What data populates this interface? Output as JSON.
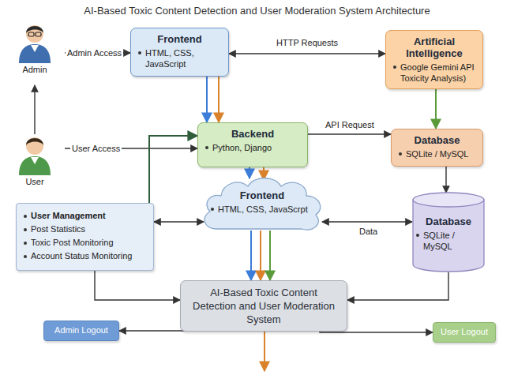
{
  "diagram": {
    "title": "AI-Based Toxic Content Detection and User Moderation System Architecture",
    "nodes": [
      {
        "text": [
          "Admin"
        ]
      },
      {
        "text": [
          "Frontend",
          "HTML, CSS, JavaScript"
        ]
      },
      {
        "text": [
          "Artificial Intelligence",
          "Google Gemini API Toxicity Analysis)"
        ]
      },
      {
        "text": [
          "User"
        ]
      },
      {
        "text": [
          "Backend",
          "Python, Django"
        ]
      },
      {
        "text": [
          "Database",
          "SQLite / MySQL"
        ]
      },
      {
        "text": [
          "User Management",
          "Post Statistics",
          "Toxic Post Monitoring",
          "Account Status Monitoring"
        ]
      },
      {
        "text": [
          "Frontend",
          "HTML, CSS, JavaScrpt"
        ]
      },
      {
        "text": [
          "Database",
          "SQLite / MySQL"
        ]
      },
      {
        "text": [
          "AI-Based Toxic Content Detection and User Moderation System"
        ]
      },
      {
        "text": [
          "Admin Logout"
        ]
      },
      {
        "text": [
          "User Logout"
        ]
      }
    ],
    "edges": [
      {
        "from": 3,
        "to": 0,
        "arrow": "to"
      },
      {
        "from": 0,
        "to": 1,
        "label": "Admin Access",
        "arrow": "to"
      },
      {
        "from": 1,
        "to": 2,
        "label": "HTTP Requests",
        "arrow": "both"
      },
      {
        "from": 1,
        "to": 4,
        "arrow": "to"
      },
      {
        "from": 1,
        "to": 4,
        "arrow": "to"
      },
      {
        "from": 3,
        "to": 4,
        "label": "User Access",
        "arrow": "to"
      },
      {
        "from": 4,
        "to": 5,
        "label": "API Request",
        "arrow": "to"
      },
      {
        "from": 2,
        "to": 5,
        "arrow": "to"
      },
      {
        "from": 5,
        "to": 8,
        "arrow": "to"
      },
      {
        "from": 4,
        "to": 7,
        "arrow": "to"
      },
      {
        "from": 4,
        "to": 7,
        "arrow": "to"
      },
      {
        "from": 6,
        "to": 7,
        "arrow": "both"
      },
      {
        "from": 7,
        "to": 8,
        "label": "Data",
        "arrow": "both"
      },
      {
        "from": 7,
        "to": 9,
        "arrow": "to"
      },
      {
        "from": 7,
        "to": 9,
        "arrow": "to"
      },
      {
        "from": 7,
        "to": 9,
        "arrow": "to"
      },
      {
        "from": 6,
        "to": 9,
        "arrow": "to"
      },
      {
        "from": 8,
        "to": 9,
        "arrow": "to"
      },
      {
        "from": 6,
        "to": 4,
        "arrow": "to"
      },
      {
        "from": 9,
        "to": 10,
        "arrow": "to"
      },
      {
        "from": 9,
        "to": 11,
        "arrow": "to"
      }
    ]
  }
}
